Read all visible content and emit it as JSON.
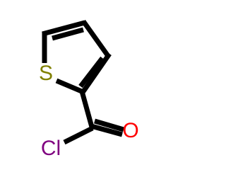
{
  "molecule": {
    "atoms": {
      "sulfur": {
        "symbol": "S",
        "color": "#808000"
      },
      "oxygen": {
        "symbol": "O",
        "color": "#ff0000"
      },
      "chlorine": {
        "symbol": "Cl",
        "color": "#800080"
      }
    },
    "bond_color": "#000000"
  }
}
